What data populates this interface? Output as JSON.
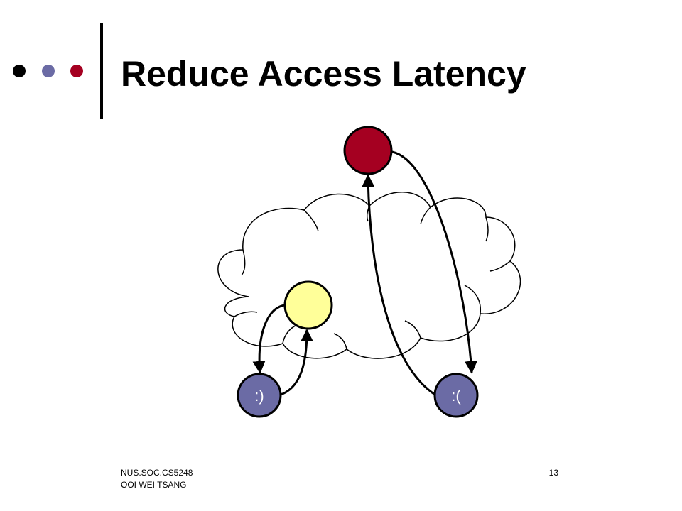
{
  "slide": {
    "title": "Reduce Access Latency",
    "footer_line1": "NUS.SOC.CS5248",
    "footer_line2": "OOI WEI TSANG",
    "page_number": "13"
  },
  "colors": {
    "accent_dot_1": "#000000",
    "accent_dot_2": "#6B6BA5",
    "accent_dot_3": "#A50021",
    "server_node": "#A50021",
    "cache_node": "#FFFF99",
    "client_node": "#6B6BA5",
    "cloud_fill": "#FFFFFF",
    "edges": "#000000"
  },
  "diagram": {
    "nodes": {
      "origin_server": {
        "label": ""
      },
      "proxy_cache": {
        "label": ""
      },
      "client_near": {
        "label": ":)"
      },
      "client_far": {
        "label": ":("
      }
    },
    "edges": [
      {
        "from": "proxy_cache",
        "to": "client_near"
      },
      {
        "from": "client_near",
        "to": "proxy_cache"
      },
      {
        "from": "origin_server",
        "to": "client_far"
      },
      {
        "from": "client_far",
        "to": "origin_server"
      }
    ]
  }
}
